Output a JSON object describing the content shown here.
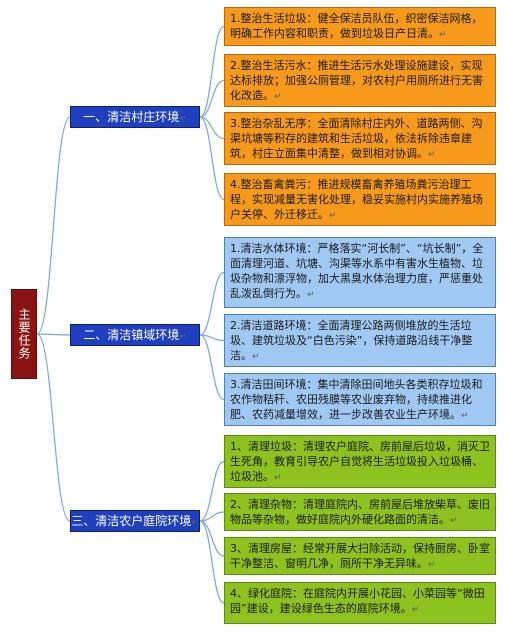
{
  "root": {
    "label": "主要任务"
  },
  "categories": [
    {
      "label": "一、清洁村庄环境",
      "items": [
        "1.整治生活垃圾：健全保洁员队伍，织密保洁网格，明确工作内容和职责，做到垃圾日产日清。",
        "2.整治生活污水：推进生活污水处理设施建设，实现达标排放；加强公厕管理，对农村户用厕所进行无害化改造。",
        "3.整治杂乱无序：全面清除村庄内外、道路两侧、沟渠坑塘等积存的建筑和生活垃圾，依法拆除违章建筑，村庄立面集中清整，做到相对协调。",
        "4.整治畜禽粪污：推进规模畜禽养殖场粪污治理工程，实现减量无害化处理，稳妥实施村内实施养殖场户关停、外迁移迁。"
      ]
    },
    {
      "label": "二、清洁镇域环境",
      "items": [
        "1.清洁水体环境：严格落实“河长制”、“坑长制”，全面清理河道、坑塘、沟渠等水系中有害水生植物、垃圾杂物和漂浮物，加大黑臭水体治理力度，严惩重处乱泼乱倒行为。",
        "2.清洁道路环境：全面清理公路两侧堆放的生活垃圾、建筑垃圾及“白色污染”，保持道路沿线干净整洁。",
        "3.清洁田间环境：集中清除田间地头各类积存垃圾和农作物秸秆、农田残膜等农业废弃物，持续推进化肥、农药减量增效，进一步改善农业生产环境。"
      ]
    },
    {
      "label": "三、清洁农户庭院环境",
      "items": [
        "1、清理垃圾：清理农户庭院、房前屋后垃圾，消灭卫生死角，教育引导农户自觉将生活垃圾投入垃圾桶、垃圾池。",
        "2、清理杂物：清理庭院内、房前屋后堆放柴草、废旧物品等杂物，做好庭院内外硬化路面的清洁。",
        "3、清理房屋：经常开展大扫除活动，保持厨房、卧室干净整洁、窗明几净，厕所干净无异味。",
        "4、绿化庭院：在庭院内开展小花园、小菜园等“微田园”建设，建设绿色生态的庭院环境。"
      ]
    }
  ],
  "colors": {
    "root": "#8a1414",
    "category": "#1f3fbf",
    "group1": "#f79a1c",
    "group2": "#9fc8f2",
    "group3": "#8dc21f",
    "connector": "#7aa7d8"
  }
}
